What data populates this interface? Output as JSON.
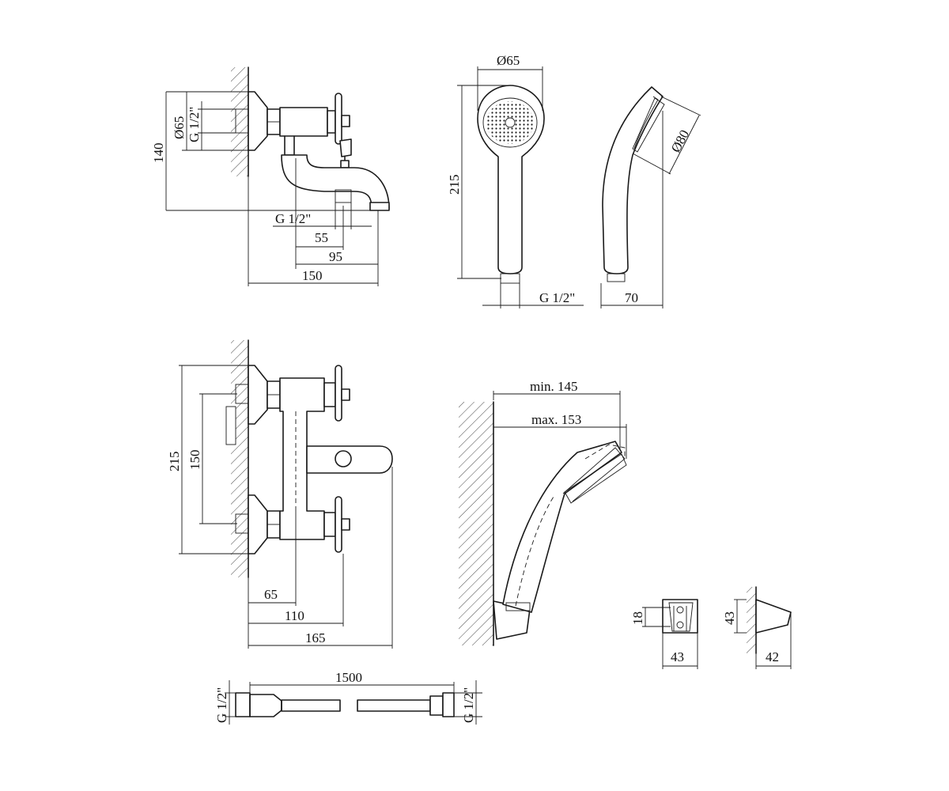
{
  "top_left_mixer": {
    "dim_diameter": "Ø65",
    "dim_thread_vertical": "G 1/2\"",
    "dim_height": "140",
    "dim_thread_horizontal": "G 1/2\"",
    "dim_55": "55",
    "dim_95": "95",
    "dim_150": "150"
  },
  "hand_shower": {
    "dim_head_diameter": "Ø65",
    "dim_length": "215",
    "dim_thread": "G 1/2\"",
    "dim_side_diameter": "Ø80",
    "dim_depth": "70"
  },
  "front_mixer": {
    "dim_215": "215",
    "dim_150": "150",
    "dim_65": "65",
    "dim_110": "110",
    "dim_165": "165"
  },
  "wall_mount": {
    "dim_min": "min. 145",
    "dim_max": "max. 153"
  },
  "holder": {
    "dim_18": "18",
    "dim_43_width": "43",
    "dim_43_height": "43",
    "dim_42": "42"
  },
  "hose": {
    "dim_length": "1500",
    "dim_thread_left": "G 1/2\"",
    "dim_thread_right": "G 1/2\""
  }
}
